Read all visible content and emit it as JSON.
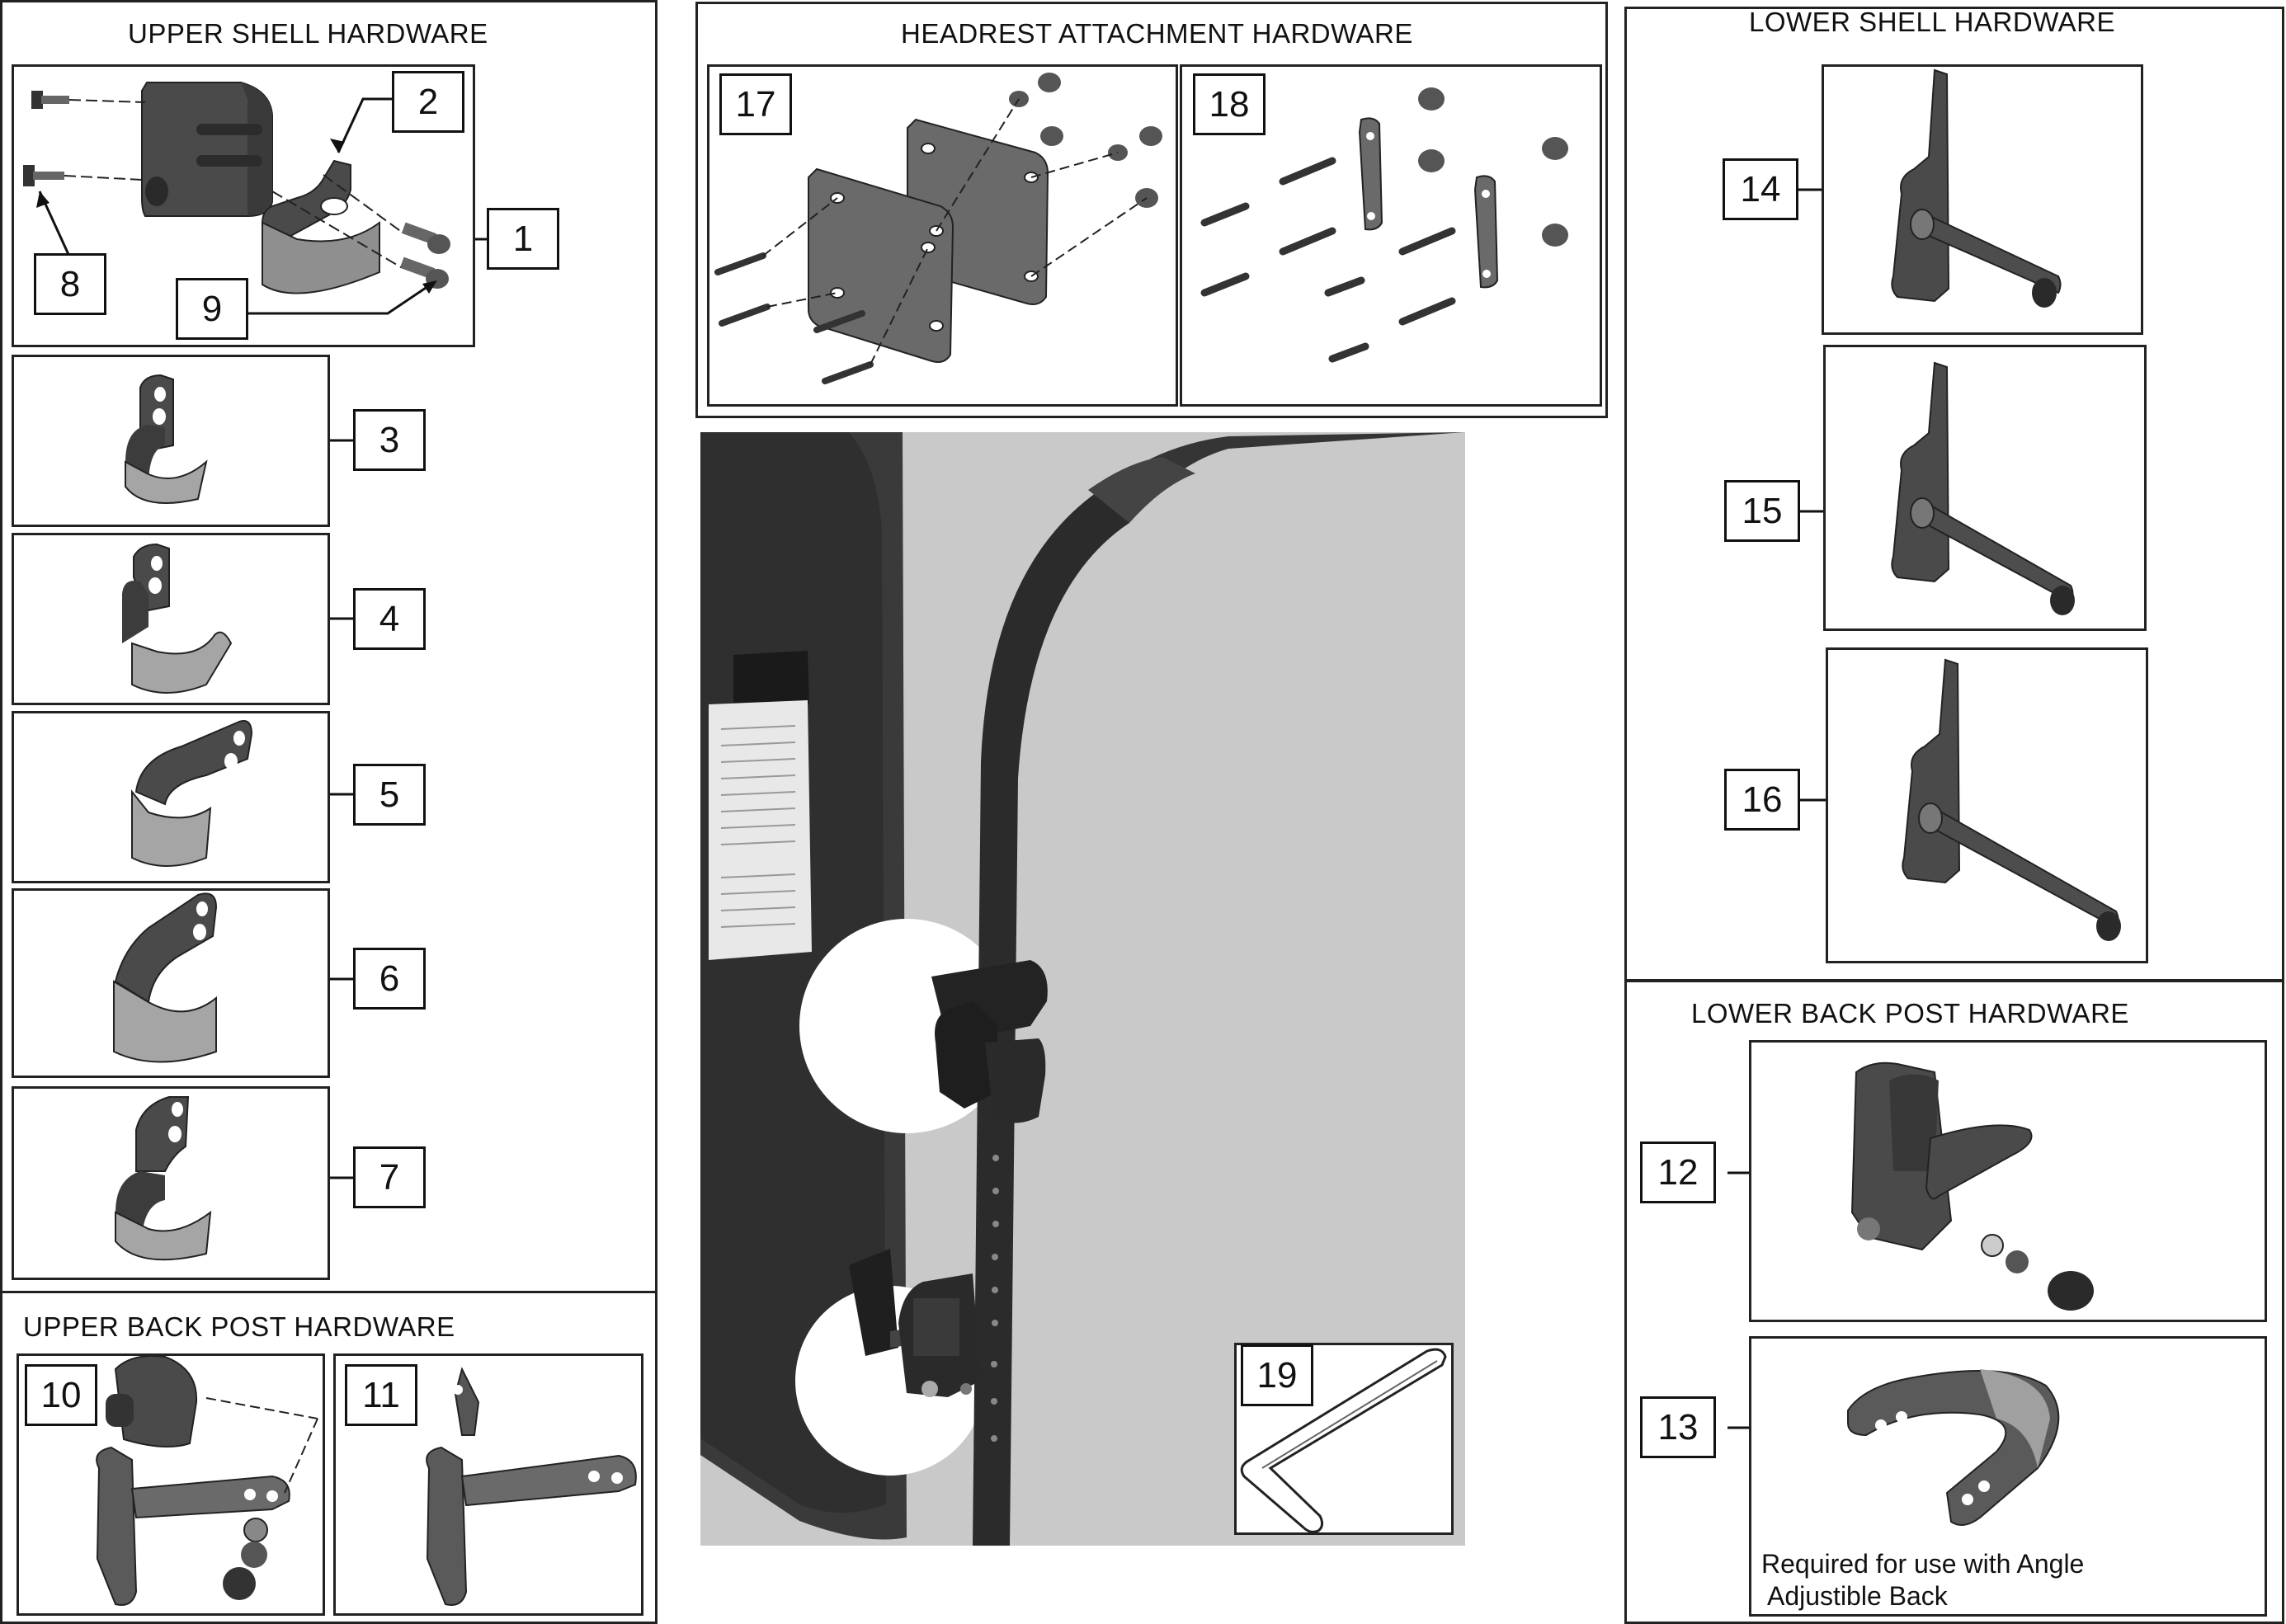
{
  "sections": {
    "upper_shell": "UPPER SHELL HARDWARE",
    "headrest": "HEADREST ATTACHMENT HARDWARE",
    "lower_shell": "LOWER SHELL HARDWARE",
    "lower_back_post": "LOWER BACK POST HARDWARE",
    "upper_back_post": "UPPER BACK POST HARDWARE"
  },
  "callouts": [
    "1",
    "2",
    "3",
    "4",
    "5",
    "6",
    "7",
    "8",
    "9",
    "10",
    "11",
    "12",
    "13",
    "14",
    "15",
    "16",
    "17",
    "18",
    "19"
  ],
  "note": {
    "line1": "Required for use with Angle",
    "line2": "Adjustible Back"
  },
  "colors": {
    "part_dark": "#4a4a4a",
    "part_mid": "#7d7d7d",
    "part_light": "#a9a9a9",
    "photo_bg": "#c9c9c9",
    "frame": "#222222"
  }
}
